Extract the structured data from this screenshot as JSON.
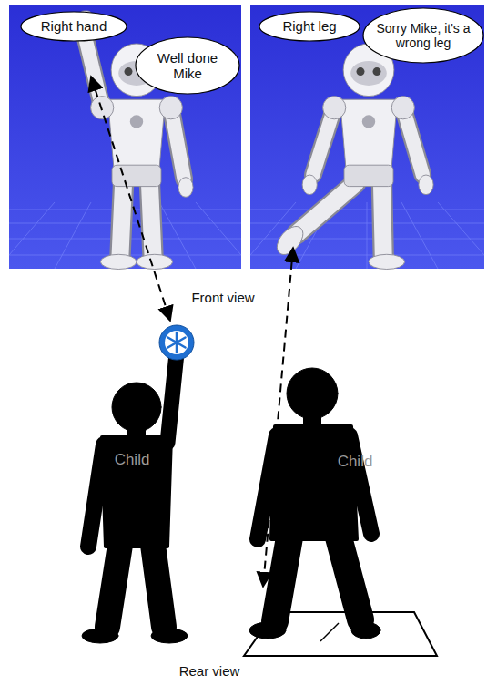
{
  "diagram": {
    "nodes": [
      {
        "text": [
          "Right hand"
        ]
      },
      {
        "text": [
          "Well done Mike"
        ]
      },
      {
        "text": [
          "Right leg"
        ]
      },
      {
        "text": [
          "Sorry Mike, it's a wrong leg"
        ]
      },
      {
        "text": [
          "Child"
        ]
      },
      {
        "text": [
          "Child"
        ]
      }
    ],
    "labels": [
      "Front view",
      "Rear view"
    ]
  }
}
